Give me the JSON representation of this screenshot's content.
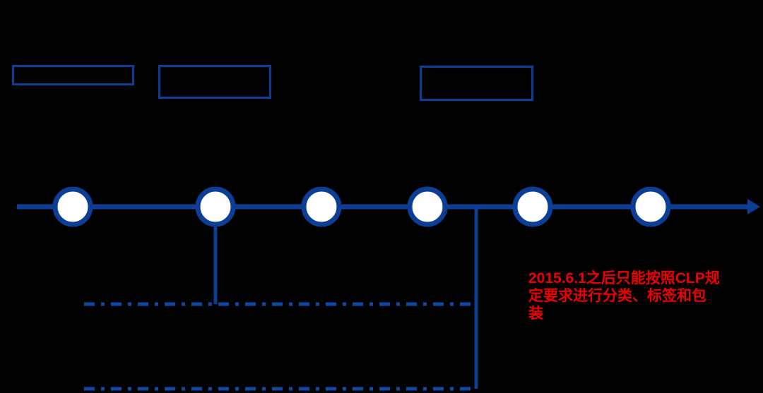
{
  "figure": {
    "type": "timeline",
    "milestone_count": 6,
    "label_box_count": 3
  },
  "colors": {
    "background": "#000000",
    "blue": "#0c3e96",
    "dash_blue": "#0e4aa5",
    "circle_fill": "#ffffff",
    "red": "#ee0000"
  },
  "annotation": {
    "text": "2015.6.1之后只能按照CLP规\n定要求进行分类、标签和包\n装"
  }
}
